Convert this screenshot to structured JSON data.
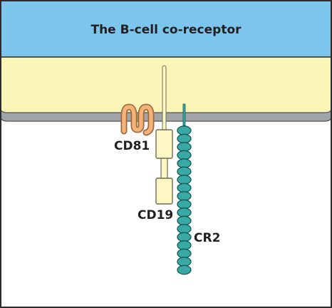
{
  "title": "The B-cell co-receptor",
  "labels": {
    "cd81": "CD81",
    "cd19": "CD19",
    "cr2": "CR2"
  },
  "colors": {
    "header_bg": "#7cc6ee",
    "cell_interior": "#fbf5b8",
    "membrane": "#a3a4a7",
    "border": "#2b2b2b",
    "cd81_fill": "#f3b37a",
    "cd81_stroke": "#a26a3a",
    "cd19_fill": "#fdf7c4",
    "cd19_stroke": "#6f6c52",
    "cr2_fill": "#3aa9a5",
    "cr2_stroke": "#0d5a57",
    "text": "#231f20"
  }
}
